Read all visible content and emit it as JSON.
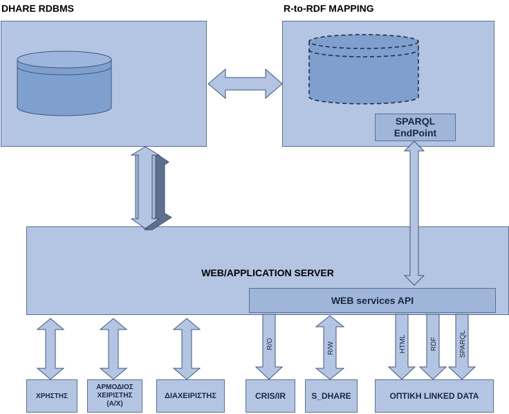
{
  "titles": {
    "rdbms": "DHARE RDBMS",
    "mapping": "R-to-RDF MAPPING"
  },
  "sparql_endpoint": {
    "line1": "SPARQL",
    "line2": "EndPoint"
  },
  "server": {
    "label": "WEB/APPLICATION SERVER",
    "api_label": "WEB services API"
  },
  "arrows": {
    "cris": "R/O",
    "sdhare": "R/W",
    "html": "HTML",
    "rdf": "RDF",
    "sparql": "SPARQL"
  },
  "bottom": {
    "user": "ΧΡΗΣΤΗΣ",
    "officer_l1": "ΑΡΜΟΔΙΟΣ",
    "officer_l2": "ΧΕΙΡΙΣΤΗΣ",
    "officer_l3": "(Α/Χ)",
    "admin": "ΔΙΑΧΕΙΡΙΣΤΗΣ",
    "cris": "CRIS/IR",
    "sdhare": "S_DHARE",
    "linked": "ΟΠΤΙΚΗ LINKED DATA"
  },
  "colors": {
    "box_fill": "#b4c5e4",
    "box_border": "#5a6f8f",
    "db_fill": "#7f9fcf",
    "arrow_fill": "#b4c5e4"
  }
}
